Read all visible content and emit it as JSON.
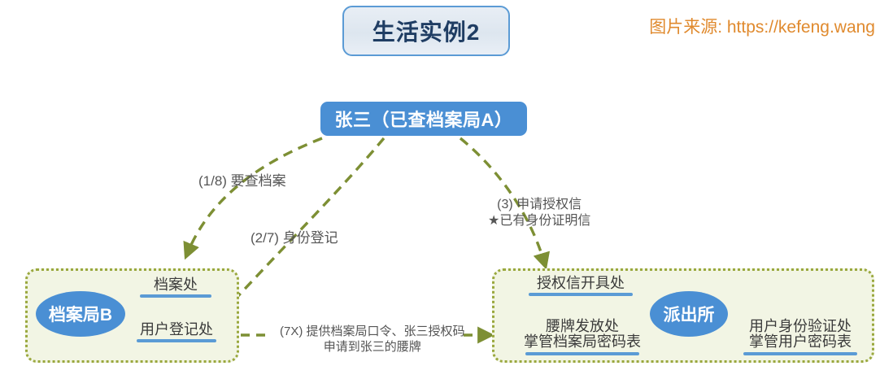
{
  "title": {
    "text": "生活实例2"
  },
  "watermark": {
    "text": "图片来源: https://kefeng.wang"
  },
  "person": {
    "label": "张三（已查档案局A）"
  },
  "panels": {
    "archive": {
      "node": "档案局B",
      "branches": [
        {
          "name": "档案处"
        },
        {
          "name": "用户登记处"
        }
      ]
    },
    "police": {
      "node": "派出所",
      "branches": [
        {
          "name": "授权信开具处"
        },
        {
          "line1": "腰牌发放处",
          "line2": "掌管档案局密码表"
        },
        {
          "line1": "用户身份验证处",
          "line2": "掌管用户密码表"
        }
      ]
    }
  },
  "edges": {
    "e1": {
      "label": "(1/8) 要查档案"
    },
    "e2": {
      "label": "(2/7) 身份登记"
    },
    "e3": {
      "line1": "(3) 申请授权信",
      "line2": "★已有身份证明信"
    },
    "e7": {
      "line1": "(7X) 提供档案局口令、张三授权码",
      "line2": "申请到张三的腰牌"
    }
  },
  "colors": {
    "accent_blue": "#4a8fd4",
    "branch_blue": "#5b9bd5",
    "panel_bg": "#f2f5e4",
    "panel_border": "#9aa83e",
    "arrow_green": "#7d8f34",
    "watermark_orange": "#e08a2e",
    "title_text": "#1f3d63"
  }
}
